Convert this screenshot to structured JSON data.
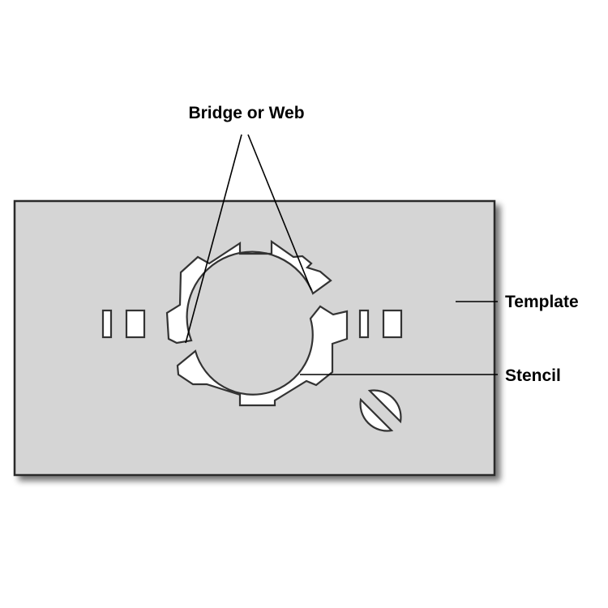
{
  "labels": {
    "bridge": "Bridge or Web",
    "template": "Template",
    "stencil": "Stencil"
  },
  "colors": {
    "template_fill": "#d5d5d5",
    "template_stroke": "#2a2a2a",
    "cutout_fill": "#ffffff"
  }
}
